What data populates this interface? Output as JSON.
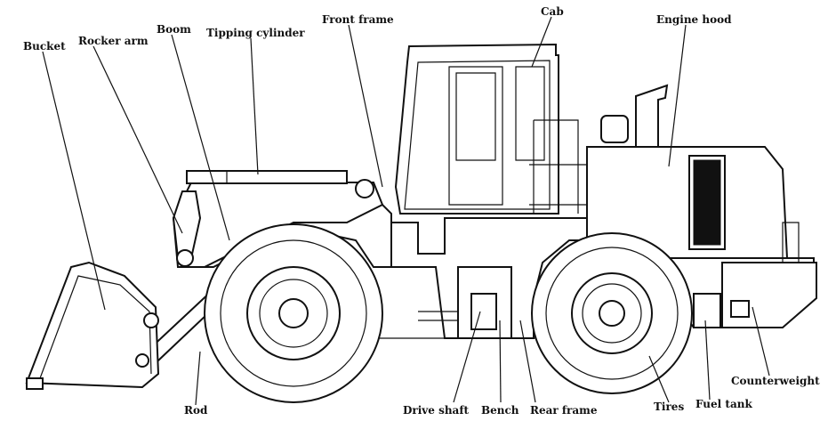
{
  "labels": {
    "bucket": "Bucket",
    "rocker_arm": "Rocker arm",
    "boom": "Boom",
    "tipping_cylinder": "Tipping cylinder",
    "front_frame": "Front frame",
    "cab": "Cab",
    "engine_hood": "Engine hood",
    "rod": "Rod",
    "drive_shaft": "Drive shaft",
    "bench": "Bench",
    "rear_frame": "Rear frame",
    "tires": "Tires",
    "fuel_tank": "Fuel tank",
    "counterweight": "Counterweight"
  }
}
